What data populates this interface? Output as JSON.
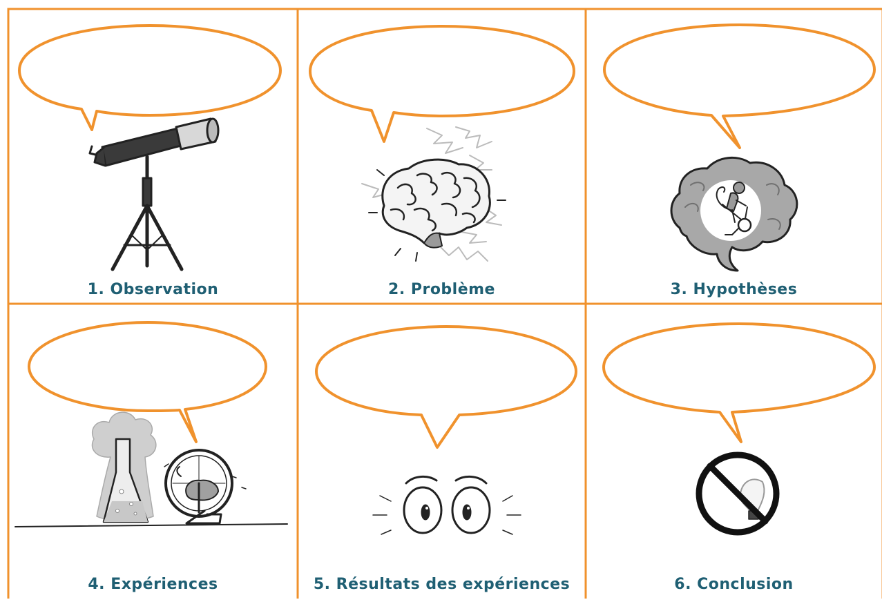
{
  "colors": {
    "frame": "#f0922d",
    "caption": "#1f5f73",
    "ink": "#222222",
    "metal_dark": "#3a3a3a",
    "gray_fill": "#9a9a9a",
    "light_fill": "#d0d0d0"
  },
  "panels": [
    {
      "caption": "1. Observation",
      "illustration": "telescope-icon"
    },
    {
      "caption": "2. Problème",
      "illustration": "brain-icon"
    },
    {
      "caption": "3. Hypothèses",
      "illustration": "brain-monkey-bike-icon"
    },
    {
      "caption": "4. Expériences",
      "illustration": "flask-and-hamster-wheel-icon"
    },
    {
      "caption": "5. Résultats des expériences",
      "illustration": "surprised-eyes-icon"
    },
    {
      "caption": "6. Conclusion",
      "illustration": "no-lightbulb-icon"
    }
  ]
}
